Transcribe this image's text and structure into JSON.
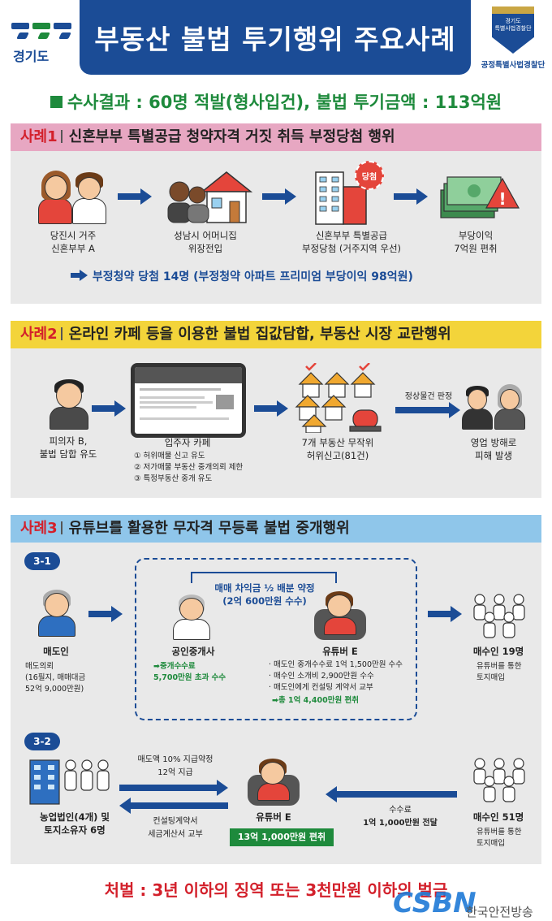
{
  "header": {
    "org_logo_text": "경기도",
    "title": "부동산 불법 투기행위 주요사례",
    "badge_top": "경기도\n특별사법경찰단",
    "badge_caption": "공정특별사법경찰단"
  },
  "summary": "수사결과 : 60명 적발(형사입건), 불법 투기금액 : 113억원",
  "case1": {
    "num": "사례1",
    "title": "신혼부부 특별공급 청약자격 거짓 취득 부정당첨 행위",
    "steps": [
      "당진시 거주\n신혼부부 A",
      "성남시 어머니집\n위장전입",
      "신혼부부 특별공급\n부정당첨 (거주지역 우선)",
      "부당이익\n7억원 편취"
    ],
    "stamp": "당첨",
    "result": "부정청약 당첨 14명 (부정청약 아파트 프리미엄 부당이익 98억원)"
  },
  "case2": {
    "num": "사례2",
    "title": "온라인 카페 등을 이용한 불법 집값담합, 부동산 시장 교란행위",
    "steps": [
      "피의자 B,\n불법 담합 유도",
      "입주자 카페",
      "7개 부동산 무작위\n허위신고(81건)",
      "영업 방해로\n피해 발생"
    ],
    "cafe_list": [
      "① 허위매물 신고 유도",
      "② 저가매물 부동산 중개의뢰 제한",
      "③ 특정부동산 중개 유도"
    ],
    "arrow_label": "정상물건 판정"
  },
  "case3": {
    "num": "사례3",
    "title": "유튜브를 활용한 무자격 무등록 불법 중개행위",
    "sub1": {
      "tag": "3-1",
      "seller": "매도인",
      "seller_detail": "매도의뢰\n(16필지, 매매대금\n52억 9,000만원)",
      "agreement": "매매 차익금 ½ 배분 약정\n(2억 600만원 수수)",
      "broker": "공인중개사",
      "broker_detail": "➡중개수수료\n5,700만원 초과 수수",
      "youtuber": "유튜버 E",
      "youtuber_details": [
        "· 매도인 중개수수료 1억 1,500만원 수수",
        "· 매수인 소개비 2,900만원 수수",
        "· 매도인에게 컨설팅 계약서 교부"
      ],
      "youtuber_total": "➡총 1억 4,400만원 편취",
      "buyers": "매수인 19명",
      "buyers_detail": "유튜버를 통한\n토지매입"
    },
    "sub2": {
      "tag": "3-2",
      "seller": "농업법인(4개) 및\n토지소유자 6명",
      "top_label_1": "매도액 10% 지급약정",
      "top_label_2": "12억 지급",
      "bottom_label": "컨설팅계약서\n세금계산서 교부",
      "youtuber": "유튜버 E",
      "youtuber_total": "13억 1,000만원 편취",
      "fee_label_1": "수수료",
      "fee_label_2": "1억 1,000만원 전달",
      "buyers": "매수인 51명",
      "buyers_detail": "유튜버를 통한\n토지매입"
    }
  },
  "penalty": "처벌 : 3년 이하의 징역 또는 3천만원 이하의 벌금",
  "watermark": {
    "logo": "CSBN",
    "name": "한국안전방송"
  },
  "colors": {
    "navy": "#1b4c96",
    "green": "#1e8a3c",
    "red": "#d3202b",
    "case1": "#e7a7c2",
    "case2": "#f3d43a",
    "case3": "#8fc6ea"
  }
}
